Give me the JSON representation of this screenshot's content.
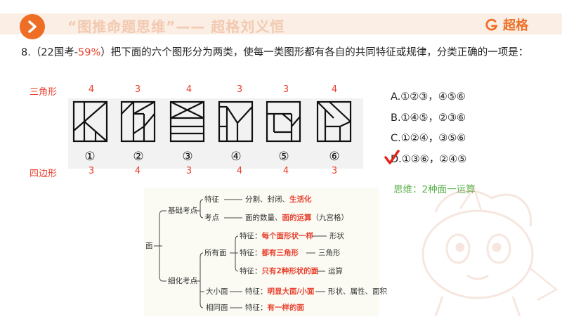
{
  "header": {
    "title": "“图推命题思维”—— 超格刘义恒",
    "brand": "超格"
  },
  "question": {
    "prefix": "8.（22国考-",
    "percent": "59%",
    "suffix": "）把下面的六个图形分为两类，使每一类图形都有各自的共同特征或规律，分类正确的一项是："
  },
  "figures": {
    "triangle_label": "三角形",
    "quad_label": "四边形",
    "triangle_counts": [
      "4",
      "3",
      "4",
      "3",
      "3",
      "4"
    ],
    "quad_counts": [
      "3",
      "4",
      "3",
      "4",
      "4",
      "3"
    ],
    "numbers": [
      "①",
      "②",
      "③",
      "④",
      "⑤",
      "⑥"
    ]
  },
  "options": [
    {
      "key": "A",
      "text": "A.①②③，④⑤⑥"
    },
    {
      "key": "B",
      "text": "B.①④⑤，②③⑥"
    },
    {
      "key": "C",
      "text": "C.①②④，③⑤⑥"
    },
    {
      "key": "D",
      "text": "D.①③⑥，②④⑤"
    }
  ],
  "answer": "D",
  "thinking": "思维：2种面一运算",
  "mindmap": {
    "root": "面",
    "basic": "基础考点",
    "feature_label": "特征",
    "feature_text": "分割、封闭、",
    "feature_red": "生活化",
    "point_label": "考点",
    "point_text": "面的数量、",
    "point_red": "面的运算",
    "point_extra": "（九宫格）",
    "detail": "细化考点",
    "all_faces": "所有面",
    "s1_label": "特征：",
    "s1_red": "每个面形状一样",
    "s1_tail": "形状",
    "s2_label": "特征：",
    "s2_red": "都有三角形",
    "s2_tail": "三角形",
    "s3_label": "特征：",
    "s3_red": "只有2种形状的面",
    "s3_tail": "运算",
    "size_faces": "大小面",
    "s4_label": "特征：",
    "s4_red": "明显大面/小面",
    "s4_tail": "形状、属性、面积",
    "same_faces": "相同面",
    "s5_label": "特征：",
    "s5_red": "有一样的面"
  }
}
